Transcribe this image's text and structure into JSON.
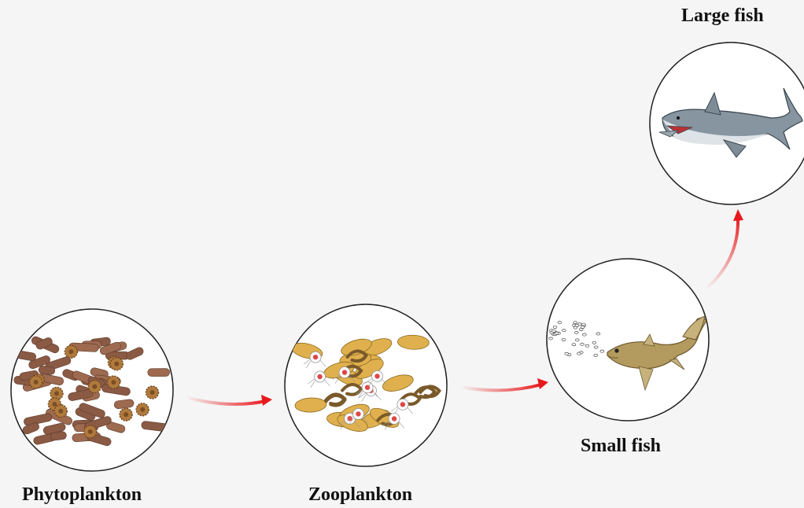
{
  "stages": [
    {
      "label": "Phytoplankton"
    },
    {
      "label": "Zooplankton"
    },
    {
      "label": "Small fish"
    },
    {
      "label": "Large fish"
    }
  ],
  "colors": {
    "background": "#f5f5f5",
    "arrow": "#e8191c",
    "circle_fill": "#ffffff",
    "circle_stroke": "#222222",
    "phytoplankton": "#8a5a44",
    "zooplankton": "#e0b04e",
    "small_fish": "#b39a5e",
    "large_fish": "#7f8d98"
  }
}
